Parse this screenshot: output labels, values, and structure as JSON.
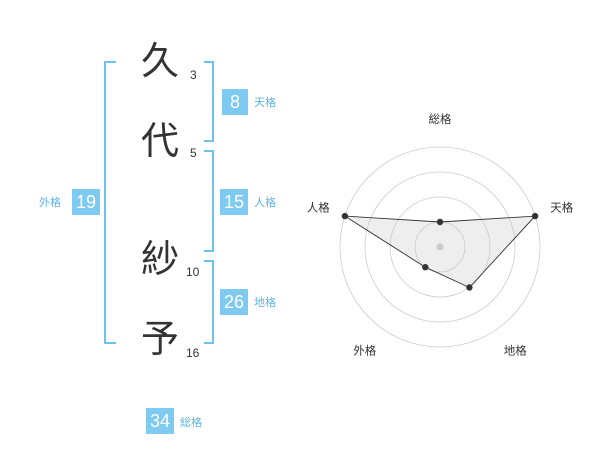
{
  "name": {
    "characters": [
      {
        "char": "久",
        "strokes": "3"
      },
      {
        "char": "代",
        "strokes": "5"
      },
      {
        "char": "紗",
        "strokes": "10"
      },
      {
        "char": "予",
        "strokes": "16"
      }
    ]
  },
  "grades": {
    "tenkaku": {
      "value": "8",
      "label": "天格"
    },
    "jinkaku": {
      "value": "15",
      "label": "人格"
    },
    "chikaku": {
      "value": "26",
      "label": "地格"
    },
    "gaikaku": {
      "value": "19",
      "label": "外格"
    },
    "soukaku": {
      "value": "34",
      "label": "総格"
    }
  },
  "chart_data": {
    "type": "radar",
    "axes": [
      "総格",
      "天格",
      "地格",
      "外格",
      "人格"
    ],
    "values": [
      1,
      4,
      2,
      1,
      4
    ],
    "max": 4,
    "rings": 4
  }
}
